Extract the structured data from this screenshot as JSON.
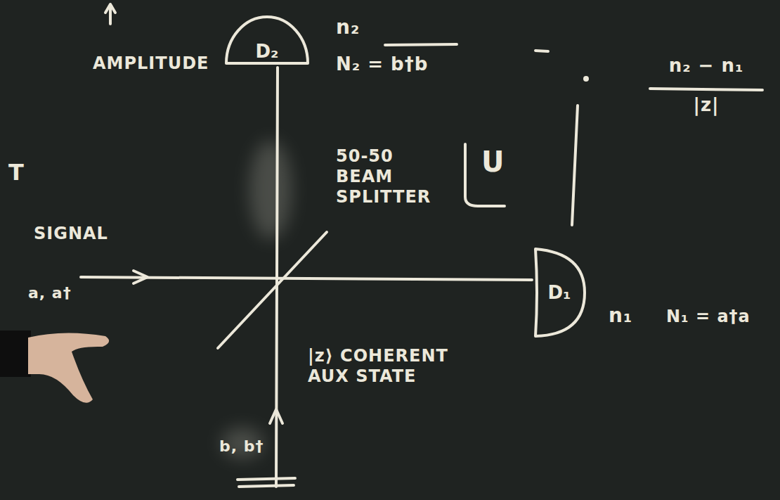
{
  "diagram": {
    "nodes": [
      {
        "text": [
          "D₂"
        ]
      },
      {
        "text": [
          "D₁"
        ]
      }
    ],
    "labels": [
      "AMPLITUDE",
      "n₂",
      "N₂ = b†b",
      "n₂ − n₁",
      "|z|",
      "T",
      "SIGNAL",
      "a, a†",
      "50-50 BEAM SPLITTER",
      "U",
      "n₁",
      "N₁ = a†a",
      "|z⟩ COHERENT AUX STATE",
      "b, b†"
    ]
  }
}
